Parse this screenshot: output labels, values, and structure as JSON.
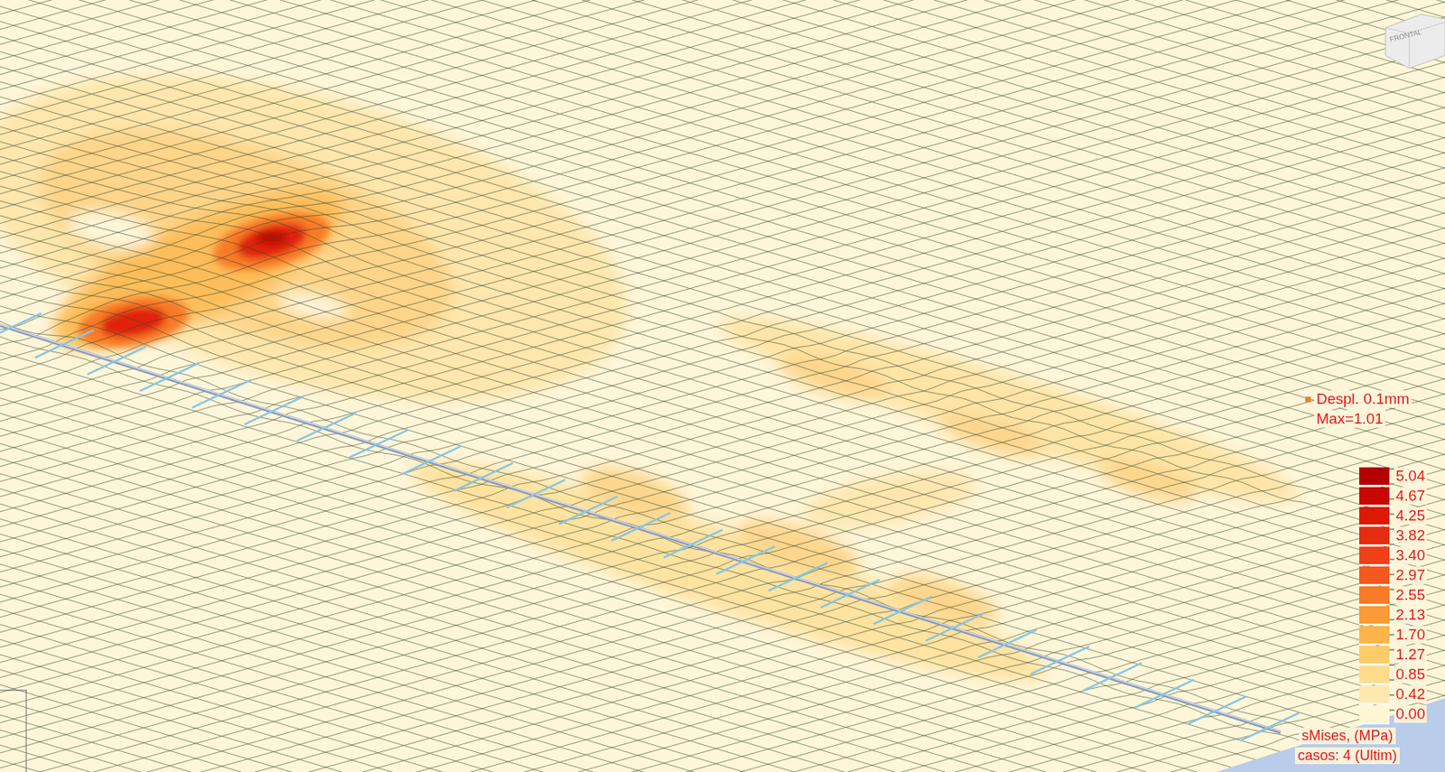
{
  "diagram": {
    "labels": [
      "Despl. 0.1mm",
      "Max=1.01",
      "sMises, (MPa)",
      "casos: 4 (Ultim)",
      "FRONTAL"
    ],
    "legend": [
      {
        "text": "5.04",
        "color": "#b30000"
      },
      {
        "text": "4.67",
        "color": "#c80800"
      },
      {
        "text": "4.25",
        "color": "#da1a06"
      },
      {
        "text": "3.82",
        "color": "#e62c10"
      },
      {
        "text": "3.40",
        "color": "#ef4018"
      },
      {
        "text": "2.97",
        "color": "#f5581f"
      },
      {
        "text": "2.55",
        "color": "#f87a28"
      },
      {
        "text": "2.13",
        "color": "#fa9935"
      },
      {
        "text": "1.70",
        "color": "#fcb548"
      },
      {
        "text": "1.27",
        "color": "#fdcb6a"
      },
      {
        "text": "0.85",
        "color": "#fedc8c"
      },
      {
        "text": "0.42",
        "color": "#fee8b0"
      },
      {
        "text": "0.00",
        "color": "#fff6d6"
      }
    ]
  }
}
